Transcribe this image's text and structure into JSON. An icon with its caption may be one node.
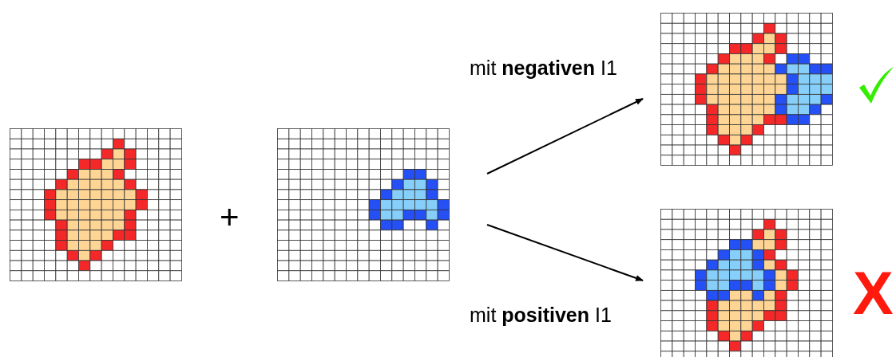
{
  "diagram": {
    "nodes": [
      {
        "text": [],
        "shape": "picture"
      },
      {
        "text": [],
        "shape": "picture"
      },
      {
        "text": [],
        "shape": "picture"
      },
      {
        "text": [],
        "shape": "picture",
        "beside": [
          "X"
        ]
      }
    ],
    "edges": [
      {
        "from": null,
        "to": 2,
        "arrow": "to",
        "label": "mit **negativen** I1"
      },
      {
        "from": null,
        "to": 3,
        "arrow": "to",
        "label": "mit **positiven** I1"
      }
    ],
    "labels": [
      "+"
    ]
  }
}
